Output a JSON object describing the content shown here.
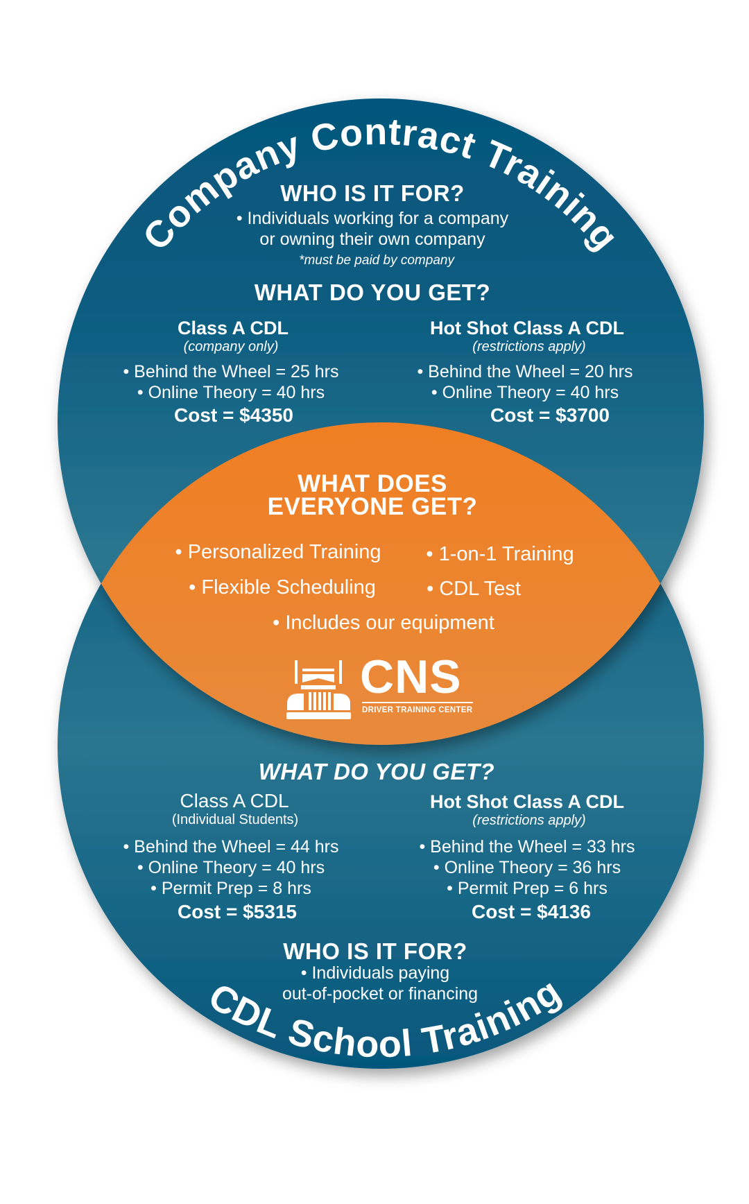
{
  "colors": {
    "blue_dark": "#0a5a7e",
    "blue_light": "#2b7590",
    "orange": "#f07e22",
    "orange_light": "#e88a3c",
    "text": "#ffffff"
  },
  "top": {
    "arc_title": "Company Contract Training",
    "who_title": "WHO IS IT FOR?",
    "who_lines": [
      "• Individuals working for a company",
      "or owning their own company"
    ],
    "who_note": "*must be paid by company",
    "get_title": "WHAT DO YOU GET?",
    "left": {
      "title": "Class A CDL",
      "subtitle": "(company only)",
      "items": [
        "• Behind the Wheel = 25 hrs",
        "• Online Theory = 40 hrs"
      ],
      "cost": "Cost = $4350"
    },
    "right": {
      "title": "Hot Shot Class A CDL",
      "subtitle": "(restrictions apply)",
      "items": [
        "• Behind the Wheel = 20 hrs",
        "• Online Theory = 40 hrs"
      ],
      "cost": "Cost = $3700"
    }
  },
  "middle": {
    "title_lines": [
      "WHAT DOES",
      "EVERYONE GET?"
    ],
    "items": [
      "• Personalized Training",
      "• 1-on-1 Training",
      "• Flexible Scheduling",
      "• CDL Test",
      "• Includes our equipment"
    ],
    "logo": {
      "name": "CNS",
      "tagline": "DRIVER TRAINING CENTER",
      "icon": "truck-icon"
    }
  },
  "bottom": {
    "get_title": "WHAT DO YOU GET?",
    "left": {
      "title": "Class A CDL",
      "subtitle": "(Individual Students)",
      "items": [
        "• Behind the Wheel = 44 hrs",
        "• Online Theory = 40 hrs",
        "• Permit Prep = 8 hrs"
      ],
      "cost": "Cost = $5315"
    },
    "right": {
      "title": "Hot Shot Class A CDL",
      "subtitle": "(restrictions apply)",
      "items": [
        "• Behind the Wheel = 33 hrs",
        "• Online Theory = 36 hrs",
        "• Permit Prep = 6 hrs"
      ],
      "cost": "Cost = $4136"
    },
    "who_title": "WHO IS IT FOR?",
    "who_lines": [
      "• Individuals paying",
      "out-of-pocket or financing"
    ],
    "arc_title": "CDL School Training"
  }
}
